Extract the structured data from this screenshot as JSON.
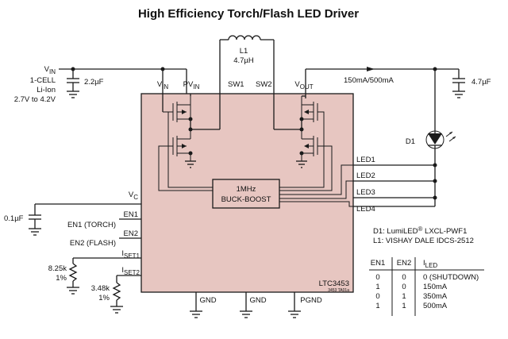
{
  "title": "High Efficiency Torch/Flash LED Driver",
  "chip": {
    "name": "LTC3453",
    "core_line1": "1MHz",
    "core_line2": "BUCK-BOOST",
    "code": "3453 TA01a",
    "color": "#e7c6c1",
    "pins": {
      "vin": "V",
      "vin_sub": "IN",
      "pvin": "PV",
      "pvin_sub": "IN",
      "sw1": "SW1",
      "sw2": "SW2",
      "vout": "V",
      "vout_sub": "OUT",
      "vc": "V",
      "vc_sub": "C",
      "en1": "EN1",
      "en2": "EN2",
      "iset1": "I",
      "iset1_sub": "SET1",
      "iset2": "I",
      "iset2_sub": "SET2",
      "led1": "LED1",
      "led2": "LED2",
      "led3": "LED3",
      "led4": "LED4",
      "gnd1": "GND",
      "gnd2": "GND",
      "pgnd": "PGND"
    }
  },
  "inductor": {
    "name": "L1",
    "value": "4.7µH"
  },
  "input": {
    "label": "V",
    "label_sub": "IN",
    "line2": "1-CELL",
    "line3": "Li-Ion",
    "line4": "2.7V to 4.2V",
    "cap": "2.2µF"
  },
  "output": {
    "cap": "4.7µF",
    "current": "150mA/500mA"
  },
  "diode": {
    "name": "D1"
  },
  "vc_cap": "0.1µF",
  "en1_label": "EN1 (TORCH)",
  "en2_label": "EN2 (FLASH)",
  "r1": {
    "value": "8.25k",
    "tol": "1%"
  },
  "r2": {
    "value": "3.48k",
    "tol": "1%"
  },
  "notes": {
    "d1_pre": "D1: LumiLED",
    "d1_reg": "®",
    "d1_post": " LXCL-PWF1",
    "l1": "L1: VISHAY DALE IDCS-2512"
  },
  "truth_table": {
    "headers": [
      "EN1",
      "EN2",
      "I",
      "LED"
    ],
    "rows": [
      [
        "0",
        "0",
        "0 (SHUTDOWN)"
      ],
      [
        "1",
        "0",
        "150mA"
      ],
      [
        "0",
        "1",
        "350mA"
      ],
      [
        "1",
        "1",
        "500mA"
      ]
    ]
  }
}
